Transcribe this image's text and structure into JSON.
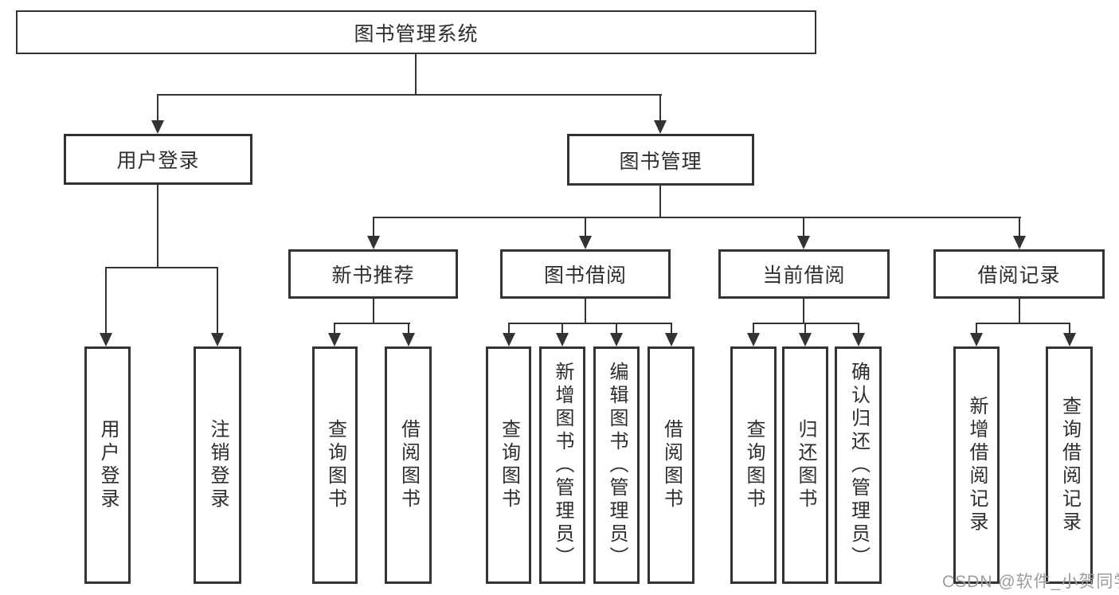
{
  "diagram": {
    "root": {
      "label": "图书管理系统"
    },
    "level2": [
      {
        "label": "用户登录"
      },
      {
        "label": "图书管理"
      }
    ],
    "level3": [
      {
        "label": "新书推荐"
      },
      {
        "label": "图书借阅"
      },
      {
        "label": "当前借阅"
      },
      {
        "label": "借阅记录"
      }
    ],
    "leaves": [
      {
        "label": "用户登录"
      },
      {
        "label": "注销登录"
      },
      {
        "label": "查询图书"
      },
      {
        "label": "借阅图书"
      },
      {
        "label": "查询图书"
      },
      {
        "label": "新增图书（管理员）"
      },
      {
        "label": "编辑图书（管理员）"
      },
      {
        "label": "借阅图书"
      },
      {
        "label": "查询图书"
      },
      {
        "label": "归还图书"
      },
      {
        "label": "确认归还（管理员）"
      },
      {
        "label": "新增借阅记录"
      },
      {
        "label": "查询借阅记录"
      }
    ]
  },
  "watermark": {
    "text": "CSDN @软件_小贺同学"
  },
  "colors": {
    "line": "#333333",
    "text": "#2e2e2e",
    "watermark": "#9c9c9c",
    "background": "#ffffff"
  }
}
